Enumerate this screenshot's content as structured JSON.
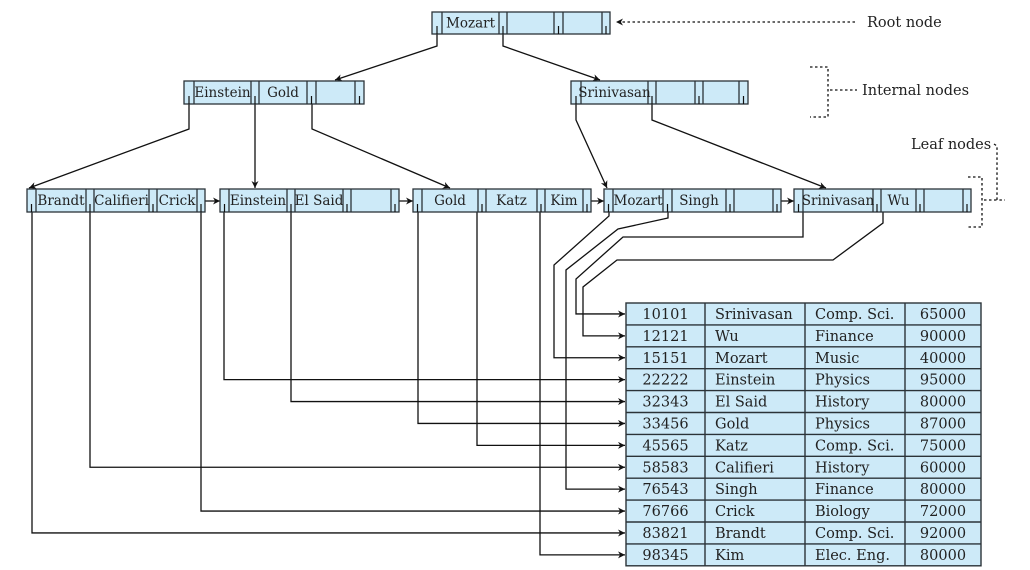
{
  "colors": {
    "node_fill": "#cdeaf8",
    "stroke": "#2b3338",
    "line": "#111111"
  },
  "labels": {
    "root": "Root node",
    "internal": "Internal nodes",
    "leaf": "Leaf nodes"
  },
  "tree": {
    "root": [
      "Mozart",
      "",
      ""
    ],
    "internal": [
      [
        "Einstein",
        "Gold",
        ""
      ],
      [
        "Srinivasan",
        "",
        ""
      ]
    ],
    "leaves": [
      [
        "Brandt",
        "Califieri",
        "Crick"
      ],
      [
        "Einstein",
        "El Said",
        ""
      ],
      [
        "Gold",
        "Katz",
        "Kim"
      ],
      [
        "Mozart",
        "Singh",
        ""
      ],
      [
        "Srinivasan",
        "Wu",
        ""
      ]
    ]
  },
  "table": {
    "rows": [
      [
        "10101",
        "Srinivasan",
        "Comp. Sci.",
        "65000"
      ],
      [
        "12121",
        "Wu",
        "Finance",
        "90000"
      ],
      [
        "15151",
        "Mozart",
        "Music",
        "40000"
      ],
      [
        "22222",
        "Einstein",
        "Physics",
        "95000"
      ],
      [
        "32343",
        "El Said",
        "History",
        "80000"
      ],
      [
        "33456",
        "Gold",
        "Physics",
        "87000"
      ],
      [
        "45565",
        "Katz",
        "Comp. Sci.",
        "75000"
      ],
      [
        "58583",
        "Califieri",
        "History",
        "60000"
      ],
      [
        "76543",
        "Singh",
        "Finance",
        "80000"
      ],
      [
        "76766",
        "Crick",
        "Biology",
        "72000"
      ],
      [
        "83821",
        "Brandt",
        "Comp. Sci.",
        "92000"
      ],
      [
        "98345",
        "Kim",
        "Elec. Eng.",
        "80000"
      ]
    ]
  }
}
